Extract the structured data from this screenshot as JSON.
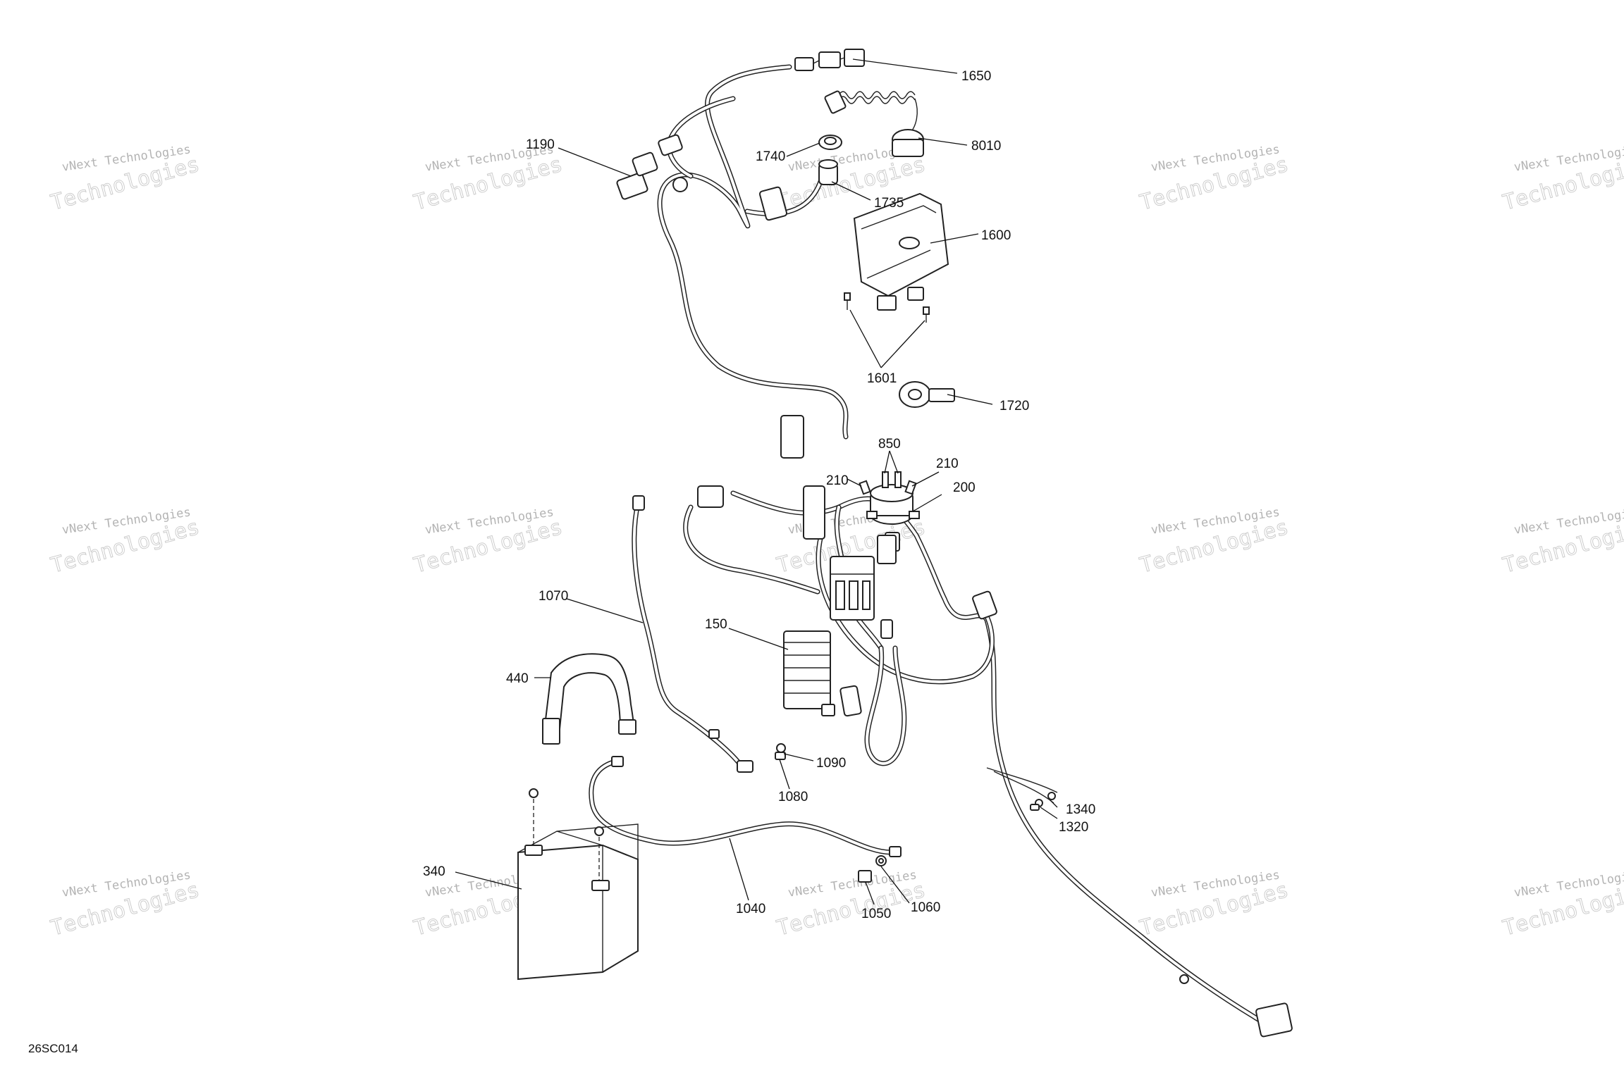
{
  "figure_code": "26SC014",
  "watermark": {
    "line1": "vNext Technologies",
    "line2": "Technologies"
  },
  "callouts": [
    {
      "id": "1650",
      "label": "1650"
    },
    {
      "id": "1190",
      "label": "1190"
    },
    {
      "id": "1740",
      "label": "1740"
    },
    {
      "id": "8010",
      "label": "8010"
    },
    {
      "id": "1735",
      "label": "1735"
    },
    {
      "id": "1600",
      "label": "1600"
    },
    {
      "id": "1601",
      "label": "1601"
    },
    {
      "id": "1720",
      "label": "1720"
    },
    {
      "id": "850",
      "label": "850"
    },
    {
      "id": "210a",
      "label": "210"
    },
    {
      "id": "210b",
      "label": "210"
    },
    {
      "id": "200",
      "label": "200"
    },
    {
      "id": "1070",
      "label": "1070"
    },
    {
      "id": "150",
      "label": "150"
    },
    {
      "id": "440",
      "label": "440"
    },
    {
      "id": "1090",
      "label": "1090"
    },
    {
      "id": "1080",
      "label": "1080"
    },
    {
      "id": "1340",
      "label": "1340"
    },
    {
      "id": "1320",
      "label": "1320"
    },
    {
      "id": "340",
      "label": "340"
    },
    {
      "id": "1040",
      "label": "1040"
    },
    {
      "id": "1050",
      "label": "1050"
    },
    {
      "id": "1060",
      "label": "1060"
    }
  ]
}
